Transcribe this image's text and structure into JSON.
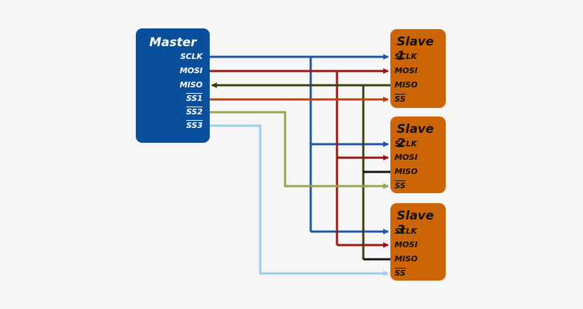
{
  "master": {
    "title": "Master",
    "pins": [
      "SCLK",
      "MOSI",
      "MISO",
      "SS1",
      "SS2",
      "SS3"
    ]
  },
  "slaves": [
    {
      "title": "Slave 1",
      "pins": [
        "SCLK",
        "MOSI",
        "MISO",
        "SS"
      ]
    },
    {
      "title": "Slave 2",
      "pins": [
        "SCLK",
        "MOSI",
        "MISO",
        "SS"
      ]
    },
    {
      "title": "Slave 3",
      "pins": [
        "SCLK",
        "MOSI",
        "MISO",
        "SS"
      ]
    }
  ],
  "colors": {
    "master_fill": "#0a4f9c",
    "slave_fill": "#cc6508",
    "sclk": "#1a57a8",
    "mosi": "#9b1414",
    "miso": "#3d3d10",
    "ss1": "#c23b16",
    "ss2": "#9aa24a",
    "ss3": "#9bcbee"
  }
}
